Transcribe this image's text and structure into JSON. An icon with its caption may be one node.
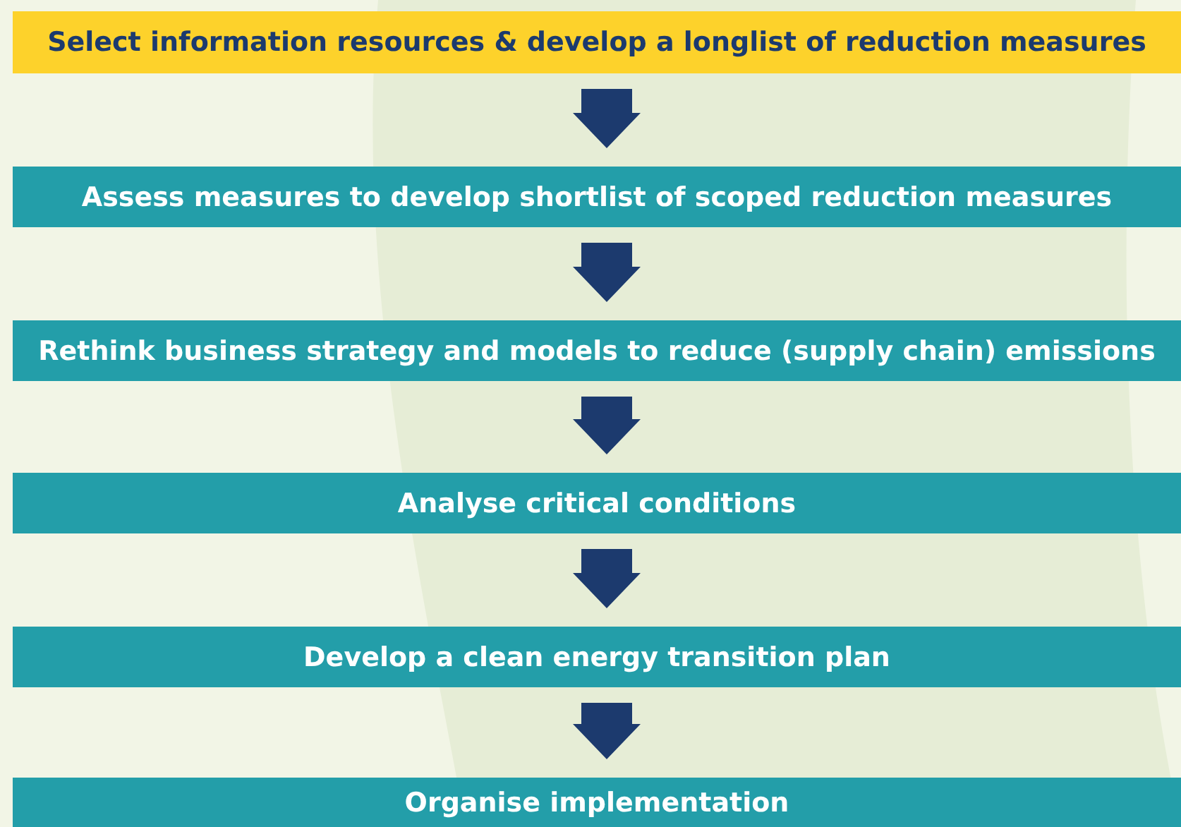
{
  "diagram": {
    "nodes": [
      {
        "text": [
          "Select information resources & develop a longlist of reduction measures"
        ]
      },
      {
        "text": [
          "Assess measures to develop shortlist of scoped reduction measures"
        ]
      },
      {
        "text": [
          "Rethink business strategy and models to reduce (supply chain) emissions"
        ]
      },
      {
        "text": [
          "Analyse critical conditions"
        ]
      },
      {
        "text": [
          "Develop a clean energy transition plan"
        ]
      },
      {
        "text": [
          "Organise implementation"
        ]
      }
    ],
    "edges": [
      {
        "from": 0,
        "to": 1,
        "arrow": "to"
      },
      {
        "from": 1,
        "to": 2,
        "arrow": "to"
      },
      {
        "from": 2,
        "to": 3,
        "arrow": "to"
      },
      {
        "from": 3,
        "to": 4,
        "arrow": "to"
      },
      {
        "from": 4,
        "to": 5,
        "arrow": "to"
      }
    ]
  }
}
